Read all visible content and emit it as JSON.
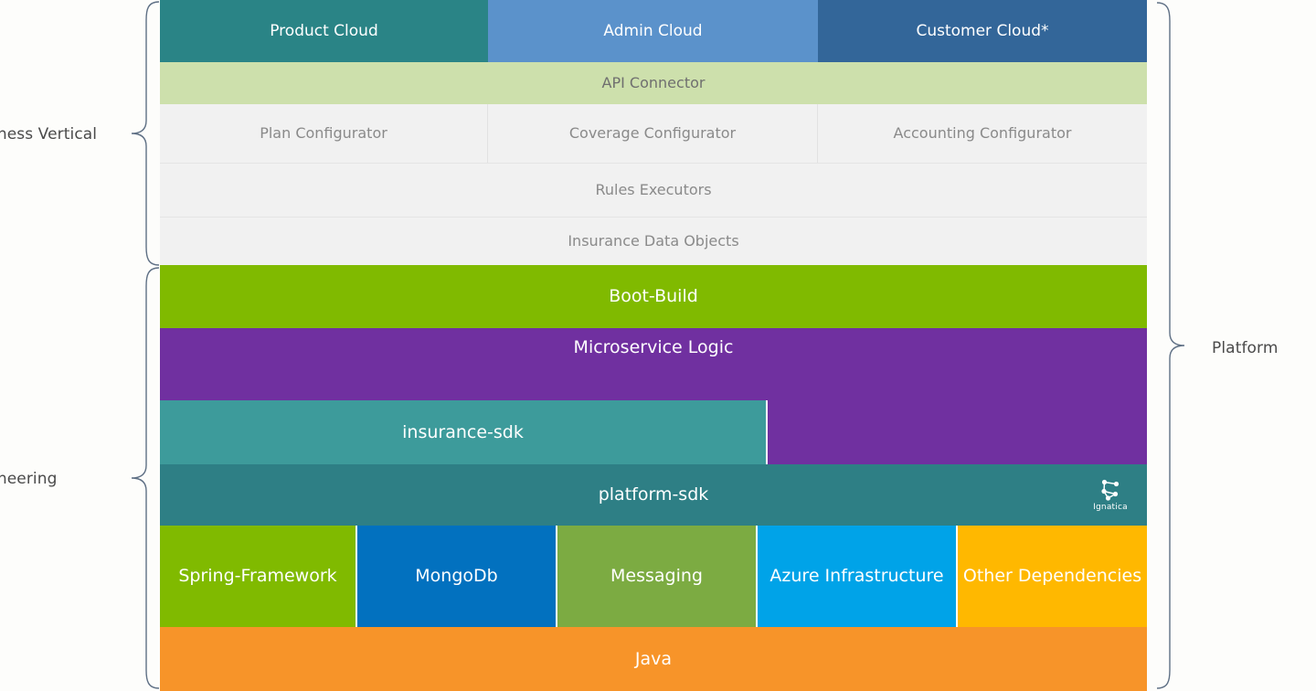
{
  "groups": {
    "business_vertical": "iness Vertical",
    "engineering": "ineering",
    "platform": "Platform"
  },
  "diagram": {
    "clouds": [
      {
        "label": "Product Cloud",
        "color": "#2a8486"
      },
      {
        "label": "Admin Cloud",
        "color": "#5b92cb"
      },
      {
        "label": "Customer Cloud*",
        "color": "#336699"
      }
    ],
    "api_connector": {
      "label": "API Connector",
      "color": "#cde0ac"
    },
    "configurators": [
      {
        "label": "Plan Configurator"
      },
      {
        "label": "Coverage Configurator"
      },
      {
        "label": "Accounting Configurator"
      }
    ],
    "rules_executors": {
      "label": "Rules Executors"
    },
    "insurance_data_objects": {
      "label": "Insurance Data Objects"
    },
    "boot_build": {
      "label": "Boot-Build",
      "color": "#80ba00"
    },
    "microservice_logic": {
      "label": "Microservice Logic",
      "color": "#7030a0"
    },
    "insurance_sdk": {
      "label": "insurance-sdk",
      "color": "#3d9b9b"
    },
    "platform_sdk": {
      "label": "platform-sdk",
      "color": "#2e7f85"
    },
    "logo": {
      "name": "ignatica-logo",
      "wordmark": "Ignatica"
    },
    "dependencies": [
      {
        "label": "Spring-Framework",
        "color": "#80ba00"
      },
      {
        "label": "MongoDb",
        "color": "#0271bf"
      },
      {
        "label": "Messaging",
        "color": "#7cab42"
      },
      {
        "label": "Azure Infrastructure",
        "color": "#00a3e8"
      },
      {
        "label": "Other Dependencies",
        "color": "#ffb800"
      }
    ],
    "java": {
      "label": "Java",
      "color": "#f79429"
    }
  }
}
